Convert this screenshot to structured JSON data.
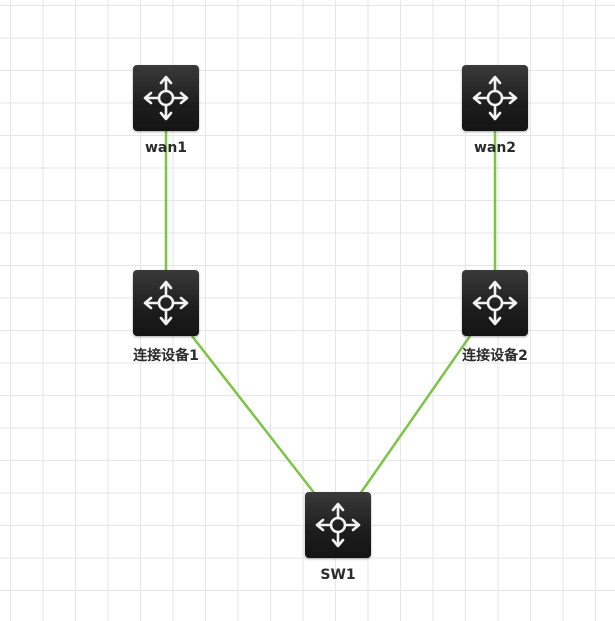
{
  "diagram": {
    "type": "network-topology",
    "link_color": "#7cc544",
    "node_color": "#1f1f1f",
    "nodes": [
      {
        "id": "wan1",
        "label": "wan1",
        "icon": "router-arrows-icon"
      },
      {
        "id": "wan2",
        "label": "wan2",
        "icon": "router-arrows-icon"
      },
      {
        "id": "dev1",
        "label": "连接设备1",
        "icon": "router-arrows-icon"
      },
      {
        "id": "dev2",
        "label": "连接设备2",
        "icon": "router-arrows-icon"
      },
      {
        "id": "sw1",
        "label": "SW1",
        "icon": "router-arrows-icon"
      }
    ],
    "links": [
      {
        "from": "wan1",
        "to": "dev1"
      },
      {
        "from": "wan2",
        "to": "dev2"
      },
      {
        "from": "dev1",
        "to": "sw1"
      },
      {
        "from": "dev2",
        "to": "sw1"
      }
    ]
  }
}
